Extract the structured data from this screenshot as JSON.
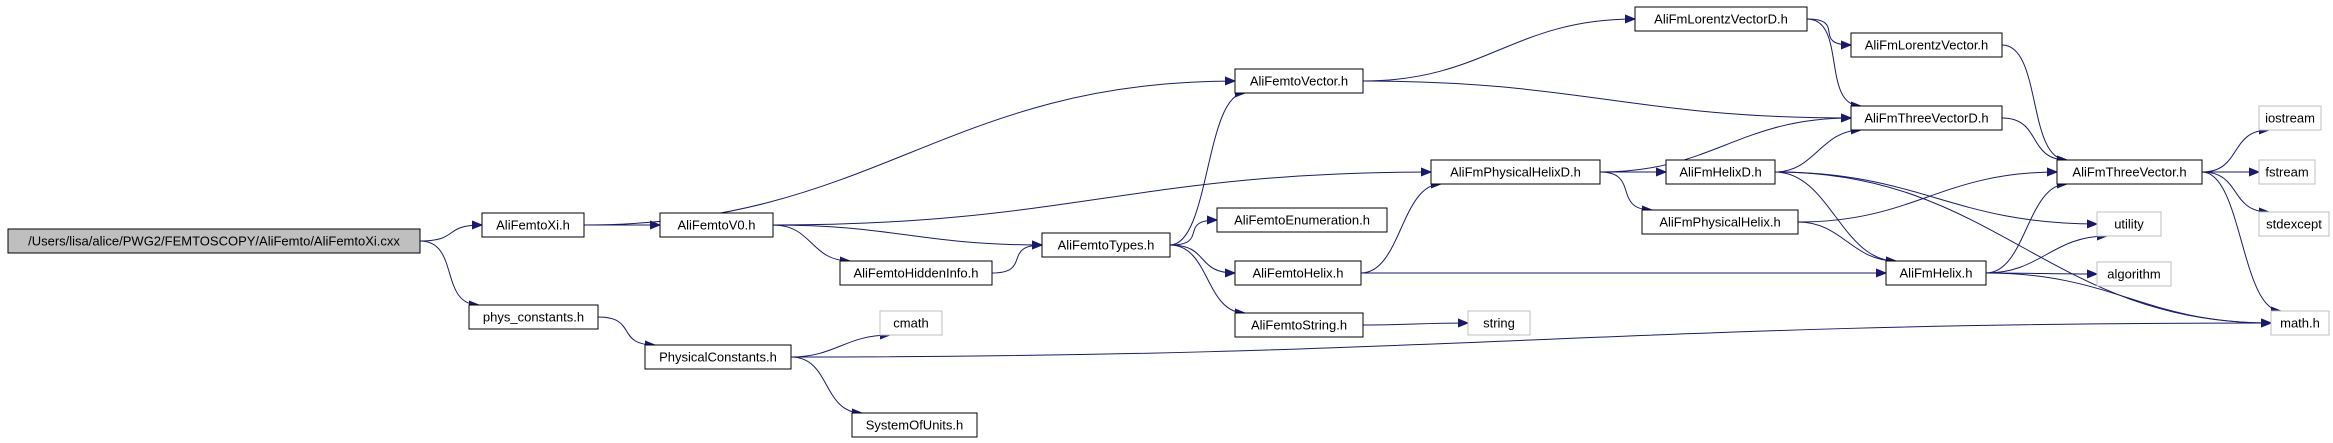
{
  "colors": {
    "edge": "#191970",
    "root_fill": "#bfbfbf",
    "ext_border": "#bfbfbf",
    "node_border": "#000000"
  },
  "nodes": {
    "root": {
      "label": "/Users/lisa/alice/PWG2/FEMTOSCOPY/AliFemto/AliFemtoXi.cxx",
      "kind": "root"
    },
    "xi": {
      "label": "AliFemtoXi.h"
    },
    "phys": {
      "label": "phys_constants.h"
    },
    "v0": {
      "label": "AliFemtoV0.h"
    },
    "physconst": {
      "label": "PhysicalConstants.h"
    },
    "vector": {
      "label": "AliFemtoVector.h"
    },
    "hidden": {
      "label": "AliFemtoHiddenInfo.h"
    },
    "types": {
      "label": "AliFemtoTypes.h"
    },
    "cmath": {
      "label": "cmath",
      "kind": "ext"
    },
    "units": {
      "label": "SystemOfUnits.h"
    },
    "lorentzD": {
      "label": "AliFmLorentzVectorD.h"
    },
    "threeD": {
      "label": "AliFmThreeVectorD.h"
    },
    "physhelixD": {
      "label": "AliFmPhysicalHelixD.h"
    },
    "enumeration": {
      "label": "AliFemtoEnumeration.h"
    },
    "fhelix": {
      "label": "AliFemtoHelix.h"
    },
    "fstring": {
      "label": "AliFemtoString.h"
    },
    "lorentz": {
      "label": "AliFmLorentzVector.h"
    },
    "helixD": {
      "label": "AliFmHelixD.h"
    },
    "physhelix": {
      "label": "AliFmPhysicalHelix.h"
    },
    "fmhelix": {
      "label": "AliFmHelix.h"
    },
    "string": {
      "label": "string",
      "kind": "ext"
    },
    "three": {
      "label": "AliFmThreeVector.h"
    },
    "utility": {
      "label": "utility",
      "kind": "ext"
    },
    "algorithm": {
      "label": "algorithm",
      "kind": "ext"
    },
    "iostream": {
      "label": "iostream",
      "kind": "ext"
    },
    "fstream": {
      "label": "fstream",
      "kind": "ext"
    },
    "stdexcept": {
      "label": "stdexcept",
      "kind": "ext"
    },
    "math": {
      "label": "math.h",
      "kind": "ext"
    }
  },
  "edges": [
    [
      "root",
      "xi"
    ],
    [
      "root",
      "phys"
    ],
    [
      "xi",
      "v0"
    ],
    [
      "xi",
      "vector"
    ],
    [
      "phys",
      "physconst"
    ],
    [
      "physconst",
      "cmath"
    ],
    [
      "physconst",
      "units"
    ],
    [
      "physconst",
      "math"
    ],
    [
      "v0",
      "types"
    ],
    [
      "v0",
      "hidden"
    ],
    [
      "v0",
      "physhelixD"
    ],
    [
      "hidden",
      "types"
    ],
    [
      "types",
      "vector"
    ],
    [
      "types",
      "enumeration"
    ],
    [
      "types",
      "fhelix"
    ],
    [
      "types",
      "fstring"
    ],
    [
      "vector",
      "lorentzD"
    ],
    [
      "vector",
      "threeD"
    ],
    [
      "lorentzD",
      "lorentz"
    ],
    [
      "lorentzD",
      "threeD"
    ],
    [
      "lorentz",
      "three"
    ],
    [
      "threeD",
      "three"
    ],
    [
      "physhelixD",
      "threeD"
    ],
    [
      "physhelixD",
      "helixD"
    ],
    [
      "physhelixD",
      "physhelix"
    ],
    [
      "fhelix",
      "physhelixD"
    ],
    [
      "fhelix",
      "fmhelix"
    ],
    [
      "fstring",
      "string"
    ],
    [
      "helixD",
      "threeD"
    ],
    [
      "helixD",
      "utility"
    ],
    [
      "helixD",
      "fmhelix"
    ],
    [
      "helixD",
      "math"
    ],
    [
      "physhelix",
      "three"
    ],
    [
      "physhelix",
      "fmhelix"
    ],
    [
      "fmhelix",
      "three"
    ],
    [
      "fmhelix",
      "utility"
    ],
    [
      "fmhelix",
      "algorithm"
    ],
    [
      "fmhelix",
      "math"
    ],
    [
      "three",
      "iostream"
    ],
    [
      "three",
      "fstream"
    ],
    [
      "three",
      "stdexcept"
    ],
    [
      "three",
      "math"
    ]
  ]
}
